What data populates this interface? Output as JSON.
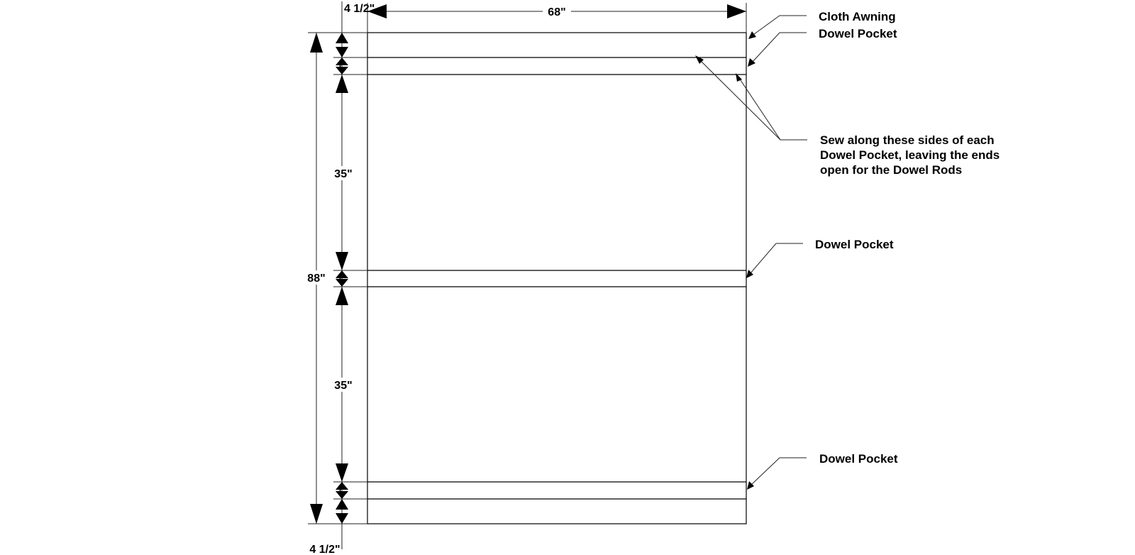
{
  "dimensions": {
    "width_label": "68\"",
    "height_label": "88\"",
    "top_margin_label": "4 1/2\"",
    "bottom_margin_label": "4 1/2\"",
    "panel_1_label": "35\"",
    "panel_2_label": "35\"",
    "pocket_1_label": "1\"",
    "pocket_2_label": "1\"",
    "pocket_3_label": "1\""
  },
  "callouts": {
    "cloth_awning": "Cloth Awning",
    "dowel_pocket_top": "Dowel Pocket",
    "sew_note": [
      "Sew along these sides of each",
      "Dowel Pocket, leaving the ends",
      "open for the Dowel Rods"
    ],
    "dowel_pocket_middle": "Dowel Pocket",
    "dowel_pocket_bottom": "Dowel Pocket"
  }
}
